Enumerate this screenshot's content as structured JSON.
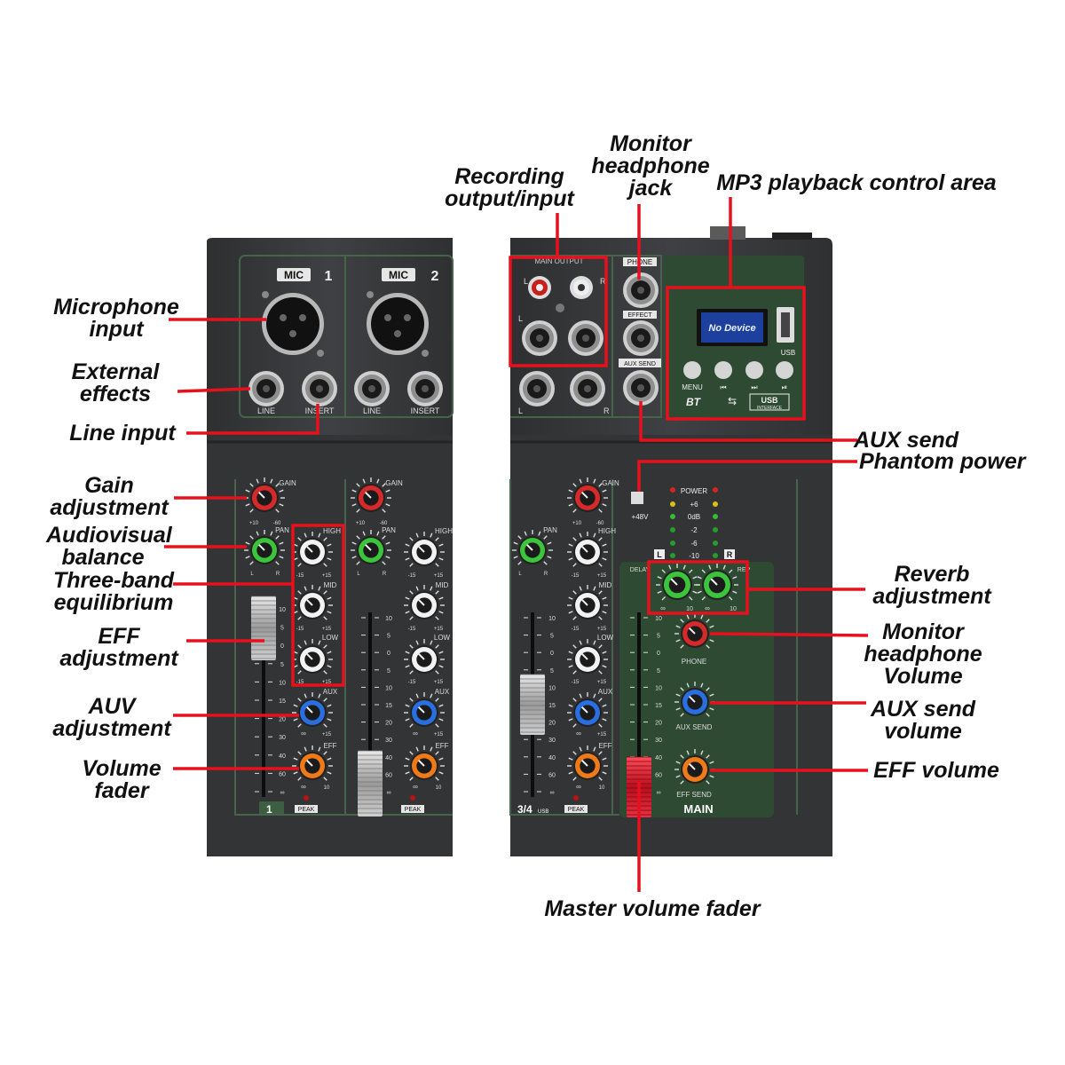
{
  "labels": {
    "microphone_input": "Microphone\ninput",
    "external_effects": "External\neffects",
    "line_input": "Line input",
    "gain_adjustment": "Gain\nadjustment",
    "audiovisual_balance": "Audiovisual\nbalance",
    "three_band": "Three-band\nequilibrium",
    "eff_adjustment": "EFF\nadjustment",
    "auv_adjustment": "AUV\nadjustment",
    "volume_fader": "Volume\nfader",
    "recording_io": "Recording\noutput/input",
    "monitor_headphone_jack": "Monitor\nheadphone\njack",
    "mp3_area": "MP3 playback control area",
    "aux_send": "AUX send",
    "phantom_power": "Phantom power",
    "reverb_adjustment": "Reverb\nadjustment",
    "monitor_headphone_volume": "Monitor\nheadphone\nVolume",
    "aux_send_volume": "AUX send\nvolume",
    "eff_volume": "EFF volume",
    "master_volume_fader": "Master volume fader"
  },
  "panel": {
    "mic": "MIC",
    "ch1": "1",
    "ch2": "2",
    "line": "LINE",
    "insert": "INSERT",
    "gain": "GAIN",
    "pan": "PAN",
    "high": "HIGH",
    "mid": "MID",
    "low": "LOW",
    "aux": "AUX",
    "eff": "EFF",
    "peak": "PEAK",
    "main_output": "MAIN OUTPUT",
    "phone": "PHONE",
    "effect": "EFFECT",
    "aux_send": "AUX SEND",
    "display_text": "No Device",
    "usb": "USB",
    "menu": "MENU",
    "prev": "⏮",
    "next": "⏭",
    "play": "⏯",
    "bt": "BT",
    "usb_logo": "USB",
    "interface": "INTERFACE",
    "plus48v": "+48V",
    "power": "POWER",
    "meter": [
      "+6",
      "0dB",
      "-2",
      "-6",
      "-10"
    ],
    "meter_l": "L",
    "meter_r": "R",
    "delay": "DELAY",
    "rep": "REP",
    "eff_send": "EFF SEND",
    "main": "MAIN",
    "ch34": "3/4",
    "usb_small": "USB",
    "l": "L",
    "r": "R",
    "gain_min": "+10",
    "gain_max": "-60",
    "eq_min": "-15",
    "eq_max": "+15",
    "inf": "∞",
    "ten": "10",
    "fader_scale": [
      "10",
      "5",
      "0",
      "5",
      "10",
      "15",
      "20",
      "30",
      "40",
      "60",
      "∞"
    ]
  },
  "colors": {
    "annotation": "#e8101c",
    "device": "#3a3b3d",
    "panel_green": "#2e4a33",
    "knob_red": "#d42a2a",
    "knob_green": "#3cc43c",
    "knob_blue": "#2a6fe0",
    "knob_orange": "#ee7a1a"
  }
}
